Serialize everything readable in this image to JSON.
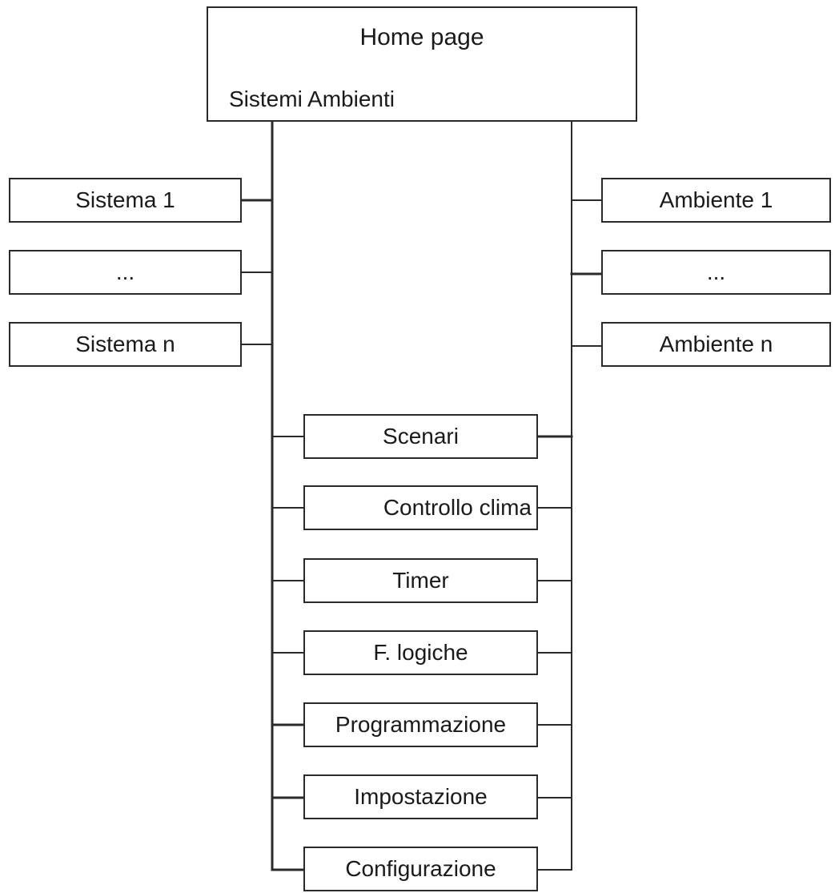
{
  "home": {
    "title": "Home page",
    "subtitle": "Sistemi Ambienti"
  },
  "sistemi": [
    "Sistema 1",
    "...",
    "Sistema n"
  ],
  "ambienti": [
    "Ambiente 1",
    "...",
    "Ambiente n"
  ],
  "menu": [
    "Scenari",
    "Controllo clima",
    "Timer",
    "F. logiche",
    "Programmazione",
    "Impostazione",
    "Configurazione"
  ]
}
